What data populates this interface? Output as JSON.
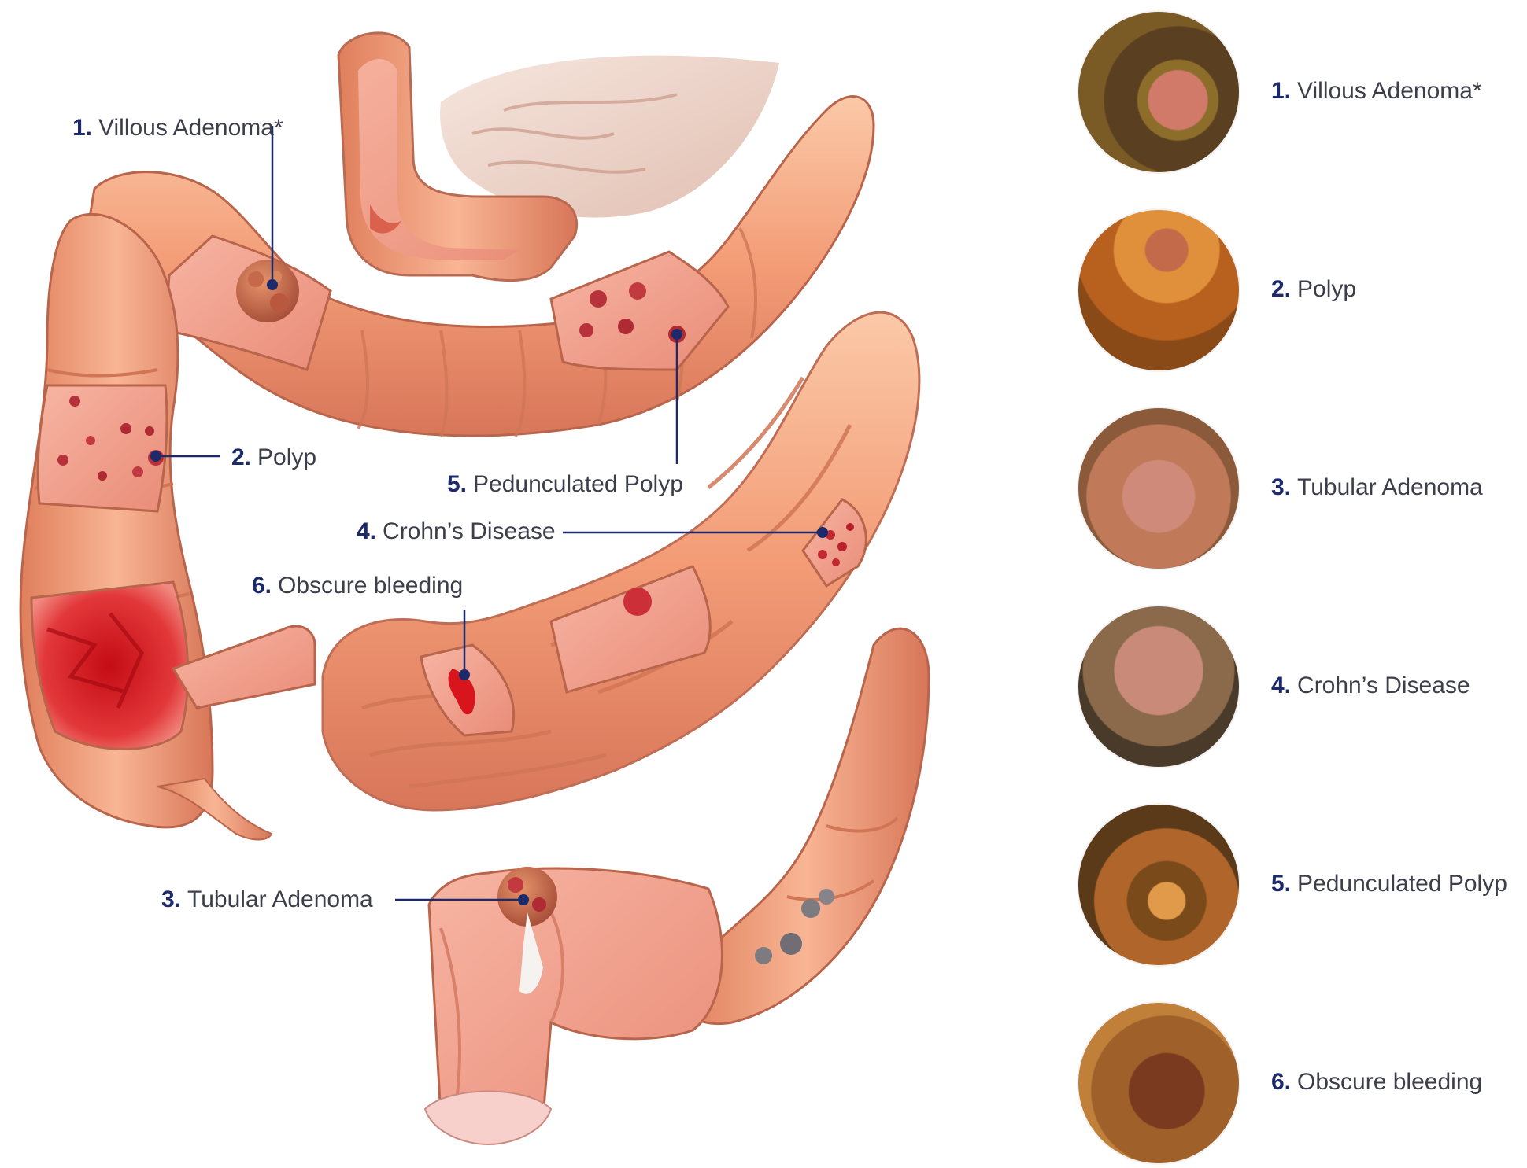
{
  "callouts": [
    {
      "id": "villous-adenoma",
      "num": "1.",
      "text": "Villous Adenoma*"
    },
    {
      "id": "polyp",
      "num": "2.",
      "text": "Polyp"
    },
    {
      "id": "pedunculated-polyp",
      "num": "5.",
      "text": "Pedunculated Polyp"
    },
    {
      "id": "crohns-disease",
      "num": "4.",
      "text": "Crohn’s Disease"
    },
    {
      "id": "obscure-bleeding",
      "num": "6.",
      "text": "Obscure bleeding"
    },
    {
      "id": "tubular-adenoma",
      "num": "3.",
      "text": "Tubular Adenoma"
    }
  ],
  "thumbnails": [
    {
      "num": "1.",
      "text": "Villous Adenoma*"
    },
    {
      "num": "2.",
      "text": "Polyp"
    },
    {
      "num": "3.",
      "text": "Tubular Adenoma"
    },
    {
      "num": "4.",
      "text": "Crohn’s Disease"
    },
    {
      "num": "5.",
      "text": "Pedunculated Polyp"
    },
    {
      "num": "6.",
      "text": "Obscure bleeding"
    }
  ],
  "colors": {
    "number_accent": "#1c2a6b",
    "label_text": "#3c3e4a",
    "leader_line": "#1c2a6b",
    "tissue": "#f2a27e",
    "tissue_dark": "#d9785a",
    "mucosa": "#e8a0a0",
    "blood": "#d8141c"
  }
}
